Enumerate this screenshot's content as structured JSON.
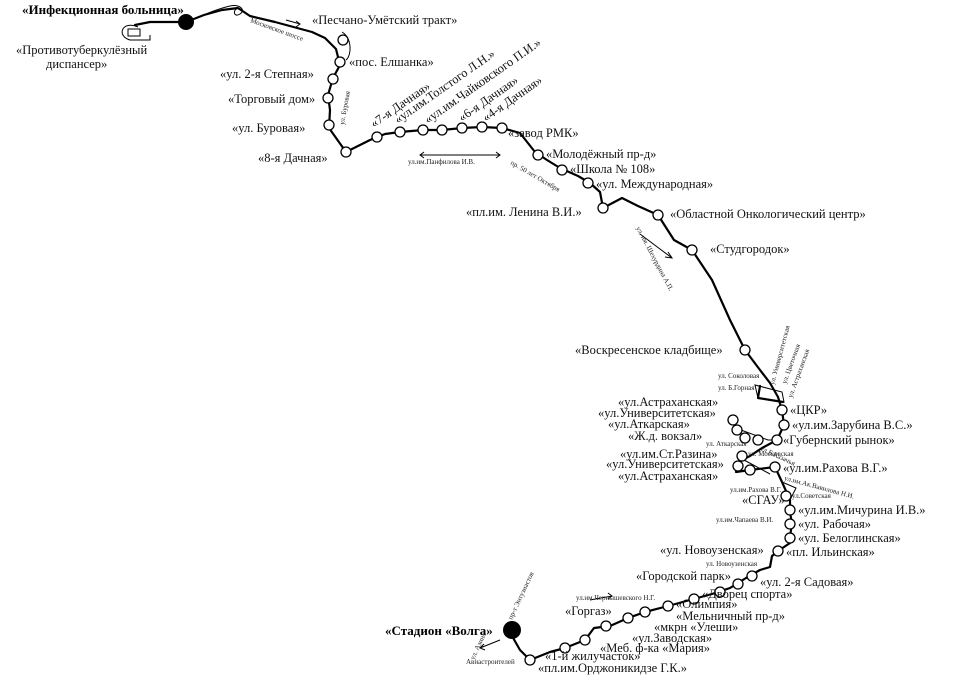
{
  "terminals": {
    "start": "«Инфекционная больница»",
    "end": "«Стадион «Волга»"
  },
  "stops": [
    "«Противотуберкулёзный",
    "диспансер»",
    "«Песчано-Умётский тракт»",
    "«пос. Елшанка»",
    "«ул. 2-я Степная»",
    "«Торговый дом»",
    "«ул. Буровая»",
    "«8-я Дачная»",
    "«7-я Дачная»",
    "«ул.им.Толстого Л.Н.»",
    "«ул.им.Чайковского П.И.»",
    "«6-я Дачная»",
    "«4-я Дачная»",
    "«завод РМК»",
    "«Молодёжный пр-д»",
    "«Школа № 108»",
    "«ул. Международная»",
    "«пл.им. Ленина В.И.»",
    "«Областной Онкологический центр»",
    "«Студгородок»",
    "«Воскресенское кладбище»",
    "«ЦКР»",
    "«ул.им.Зарубина В.С.»",
    "«Губернский рынок»",
    "«ул.Астраханская»",
    "«ул.Университетская»",
    "«ул.Аткарская»",
    "«Ж.д. вокзал»",
    "«ул.им.Ст.Разина»",
    "«ул.Университетская»",
    "«ул.Астраханская»",
    "«ул.им.Рахова В.Г.»",
    "«СГАУ»",
    "«ул.им.Мичурина И.В.»",
    "«ул. Рабочая»",
    "«ул. Белоглинская»",
    "«ул. Новоузенская»",
    "«пл. Ильинская»",
    "«Городской парк»",
    "«ул. 2-я Садовая»",
    "«Дворец спорта»",
    "«Олимпия»",
    "«Мельничный пр-д»",
    "«Горгаз»",
    "«мкрн «Улеши»",
    "«ул.Заводская»",
    "«Меб. ф-ка «Мария»",
    "«1-й жилучасток»",
    "«пл.им.Орджоникидзе Г.К.»"
  ],
  "streets": [
    "Московское шоссе",
    "ул. Буровая",
    "ул.им.Панфилова И.В.",
    "пр. 50 лет Октября",
    "ул. им. Шехурдина А.П.",
    "ул. Университетская",
    "ул. Соколовая",
    "ул. Б.Горная",
    "ул. Астраханская",
    "ул. Цветочная",
    "ул. Аткарская",
    "ул. Московская",
    "ул.Б.Казачья",
    "ул.им.Рахова В.Г.",
    "ул.им.Ак.Вавилова Н.И.",
    "ул.Советская",
    "ул.им.Чапаева В.И.",
    "ул. Новоузенская",
    "ул.им.Чернышевского Н.Г.",
    "пр-т Энтузиастов",
    "ул. Азина",
    "Авиастроителей"
  ],
  "colors": {
    "line": "#000000",
    "stop_fill": "#ffffff",
    "terminal": "#000000"
  }
}
